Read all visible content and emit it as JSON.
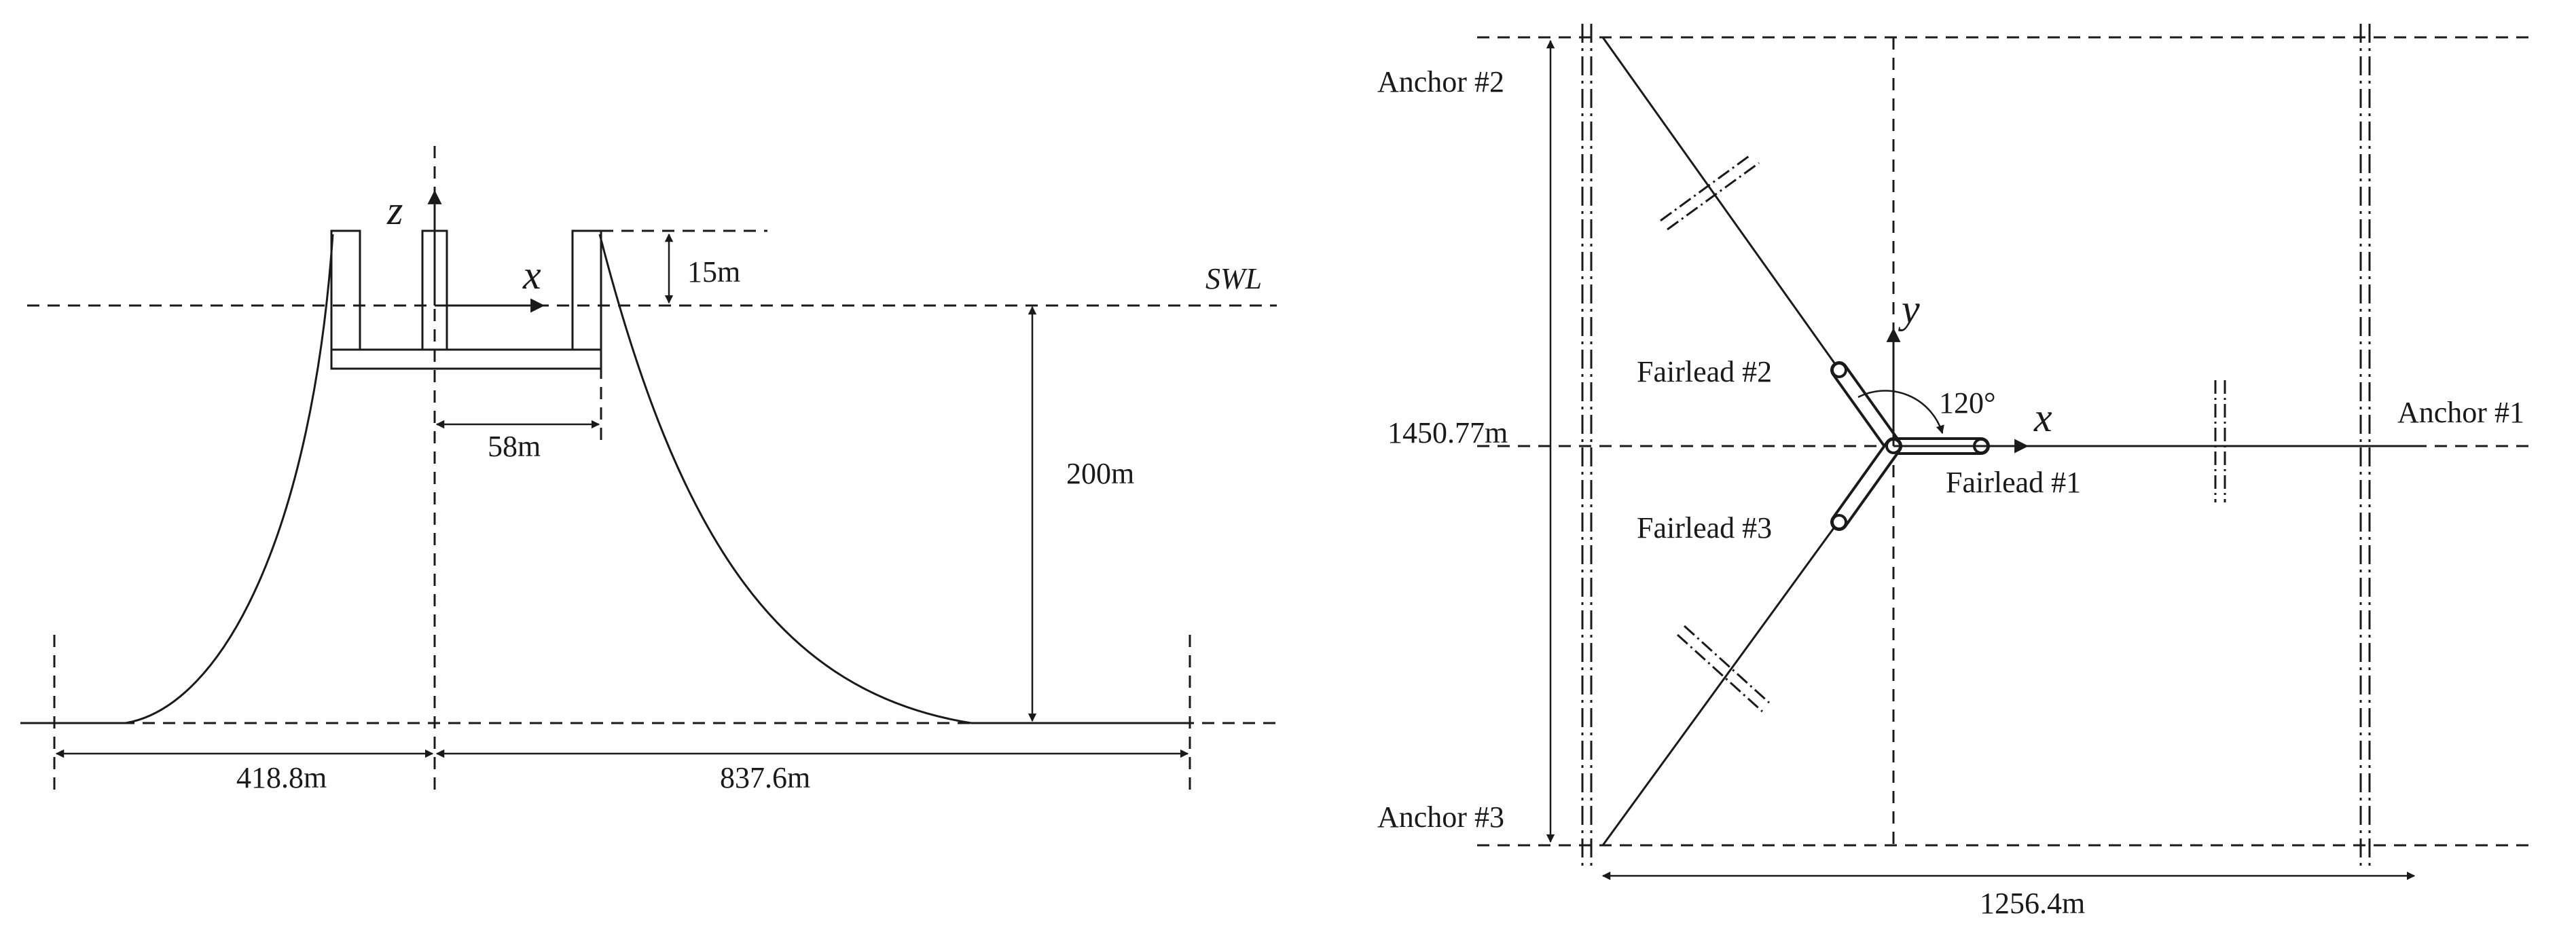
{
  "side_view": {
    "z_axis": "z",
    "x_axis": "x",
    "swl": "SWL",
    "freeboard": "15m",
    "radius": "58m",
    "depth": "200m",
    "left_span": "418.8m",
    "right_span": "837.6m"
  },
  "plan_view": {
    "anchor1": "Anchor #1",
    "anchor2": "Anchor #2",
    "anchor3": "Anchor #3",
    "fairlead1": "Fairlead #1",
    "fairlead2": "Fairlead #2",
    "fairlead3": "Fairlead #3",
    "y_axis": "y",
    "x_axis": "x",
    "angle": "120°",
    "height": "1450.77m",
    "width": "1256.4m"
  }
}
